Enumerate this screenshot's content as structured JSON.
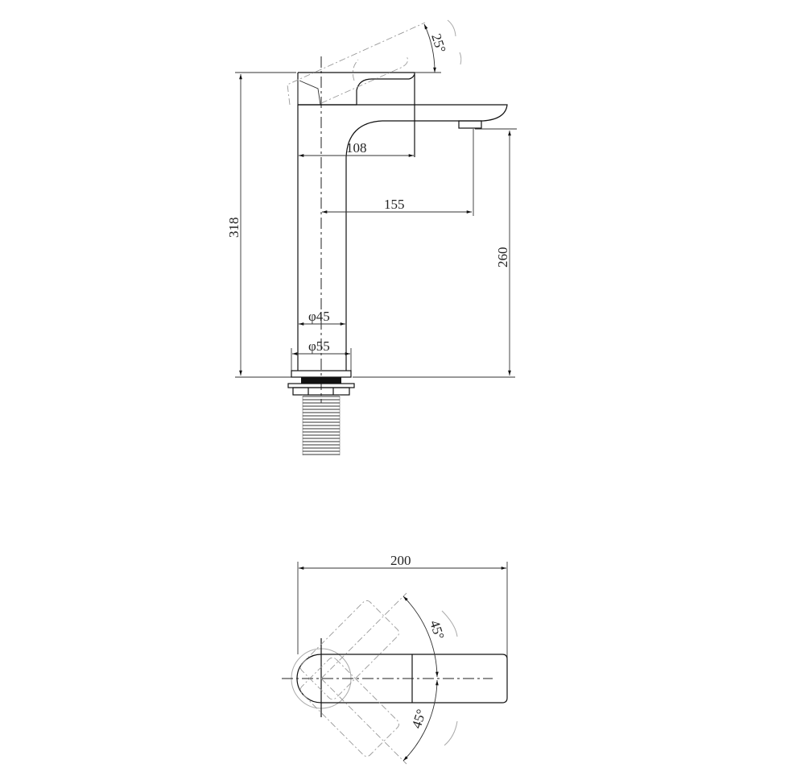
{
  "side_view": {
    "height_total": "318",
    "handle_depth": "108",
    "spout_reach": "155",
    "spout_height": "260",
    "body_diameter": "φ45",
    "base_diameter": "φ55",
    "handle_lift_angle": "25°"
  },
  "top_view": {
    "overall_length": "200",
    "rotation_left": "45°",
    "rotation_right": "45°"
  }
}
